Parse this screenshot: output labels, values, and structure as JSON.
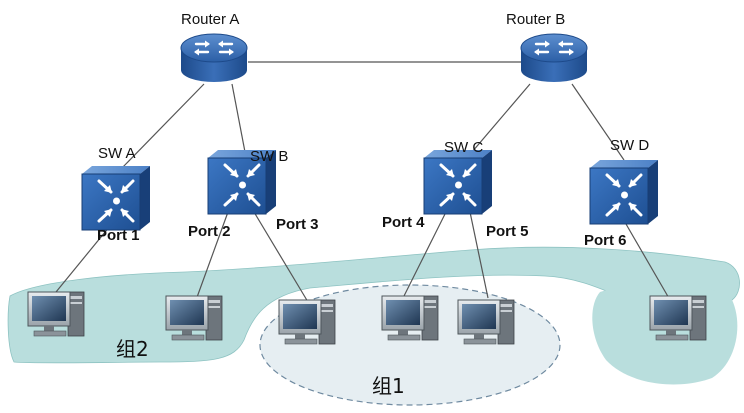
{
  "routers": [
    {
      "id": "router-a",
      "label": "Router A"
    },
    {
      "id": "router-b",
      "label": "Router B"
    }
  ],
  "switches": [
    {
      "id": "sw-a",
      "label": "SW A"
    },
    {
      "id": "sw-b",
      "label": "SW B"
    },
    {
      "id": "sw-c",
      "label": "SW C"
    },
    {
      "id": "sw-d",
      "label": "SW D"
    }
  ],
  "ports": [
    "Port 1",
    "Port 2",
    "Port 3",
    "Port 4",
    "Port 5",
    "Port 6"
  ],
  "groups": {
    "group1": "组1",
    "group2": "组2"
  },
  "colors": {
    "region_fill": "#b9dedd",
    "group1_fill": "#e6eef2",
    "device_blue": "#2a63a8",
    "line": "#555555"
  },
  "icons": {
    "router": "router-icon",
    "switch": "switch-icon",
    "host": "computer-icon"
  }
}
